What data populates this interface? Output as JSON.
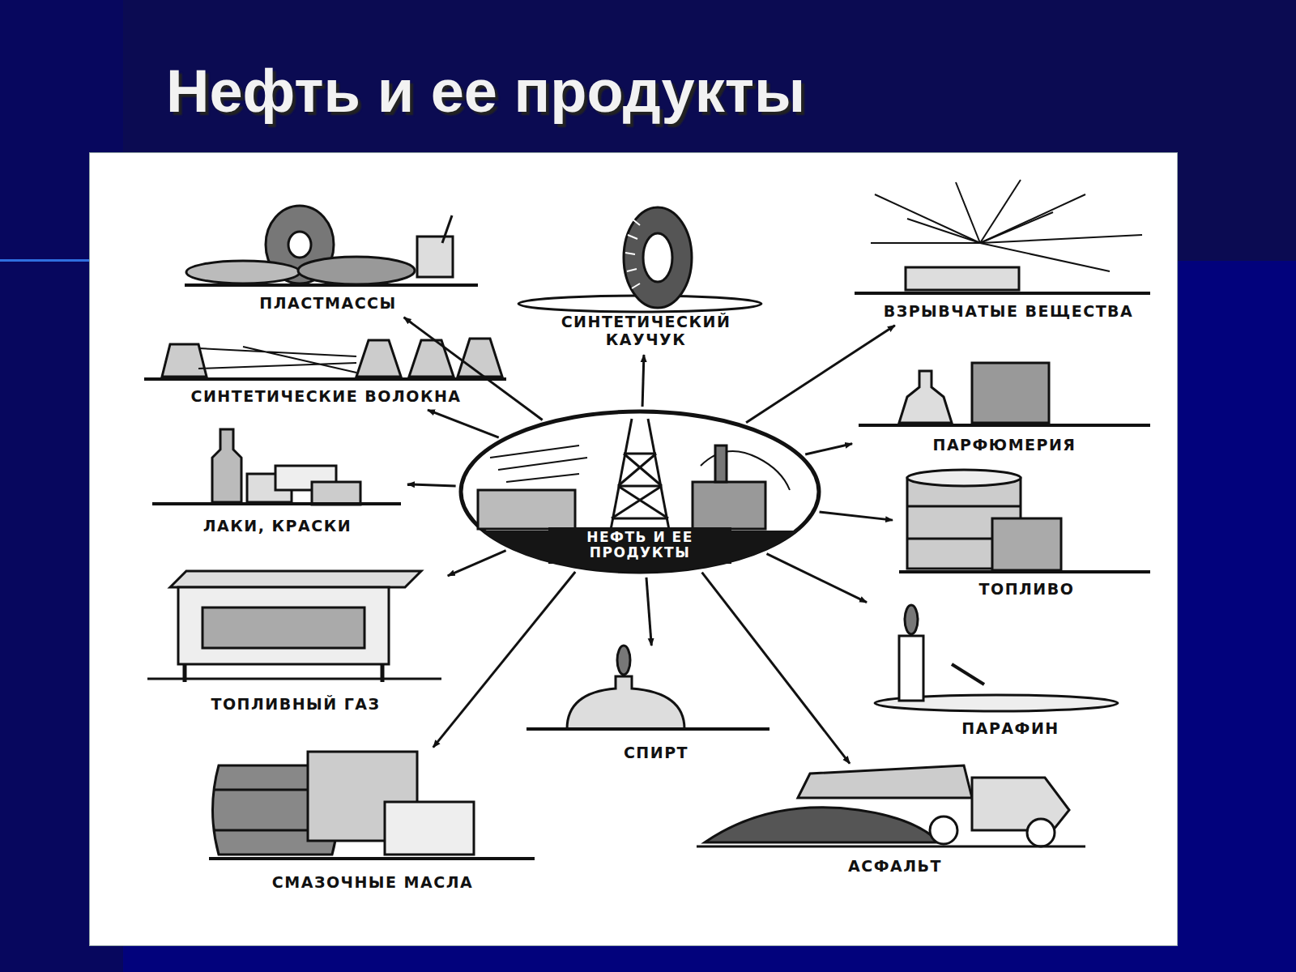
{
  "diagram": {
    "title": "Нефть и ее продукты",
    "nodes": [
      {
        "text": [
          "НЕФТЬ И ЕЕ ПРОДУКТЫ"
        ]
      },
      {
        "text": [
          "ПЛАСТМАССЫ"
        ]
      },
      {
        "text": [
          "СИНТЕТИЧЕСКИЙ КАУЧУК"
        ]
      },
      {
        "text": [
          "ВЗРЫВЧАТЫЕ ВЕЩЕСТВА"
        ]
      },
      {
        "text": [
          "СИНТЕТИЧЕСКИЕ ВОЛОКНА"
        ]
      },
      {
        "text": [
          "ПАРФЮМЕРИЯ"
        ]
      },
      {
        "text": [
          "ЛАКИ, КРАСКИ"
        ]
      },
      {
        "text": [
          "ТОПЛИВО"
        ]
      },
      {
        "text": [
          "ТОПЛИВНЫЙ ГАЗ"
        ]
      },
      {
        "text": [
          "ПАРАФИН"
        ]
      },
      {
        "text": [
          "СПИРТ"
        ]
      },
      {
        "text": [
          "СМАЗОЧНЫЕ МАСЛА"
        ]
      },
      {
        "text": [
          "АСФАЛЬТ"
        ]
      }
    ],
    "edges": [
      {
        "from": 0,
        "to": 1,
        "arrow": "to"
      },
      {
        "from": 0,
        "to": 2,
        "arrow": "to"
      },
      {
        "from": 0,
        "to": 3,
        "arrow": "to"
      },
      {
        "from": 0,
        "to": 4,
        "arrow": "to"
      },
      {
        "from": 0,
        "to": 5,
        "arrow": "to"
      },
      {
        "from": 0,
        "to": 6,
        "arrow": "to"
      },
      {
        "from": 0,
        "to": 7,
        "arrow": "to"
      },
      {
        "from": 0,
        "to": 8,
        "arrow": "to"
      },
      {
        "from": 0,
        "to": 9,
        "arrow": "to"
      },
      {
        "from": 0,
        "to": 10,
        "arrow": "to"
      },
      {
        "from": 0,
        "to": 11,
        "arrow": "to"
      },
      {
        "from": 0,
        "to": 12,
        "arrow": "to"
      }
    ]
  }
}
